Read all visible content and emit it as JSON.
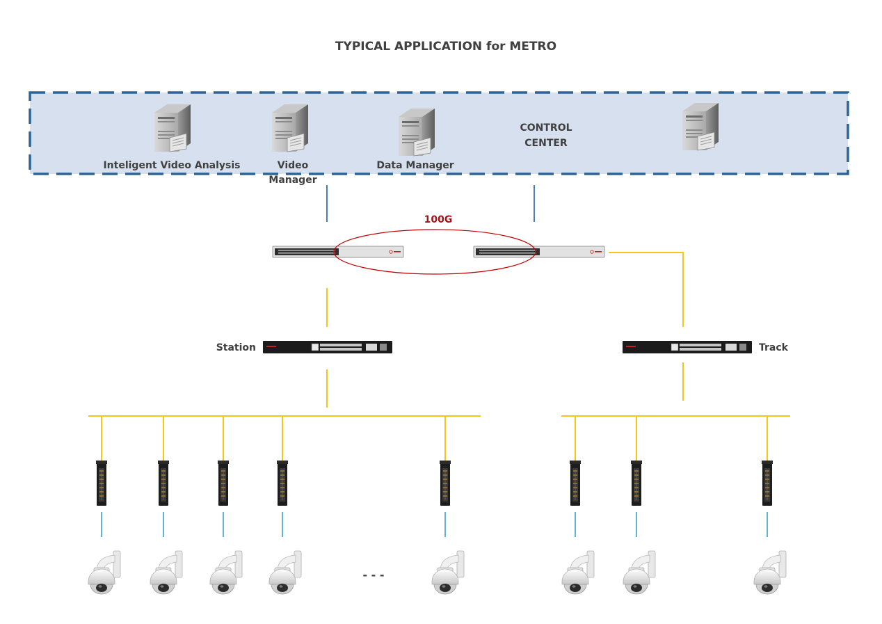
{
  "title": "TYPICAL APPLICATION for METRO",
  "control_center": {
    "label_line1": "CONTROL",
    "label_line2": "CENTER",
    "servers": [
      {
        "name": "server-intelligent-video-analysis",
        "label": "Inteligent Video Analysis"
      },
      {
        "name": "server-video-manager",
        "label_line1": "Video",
        "label_line2": "Manager"
      },
      {
        "name": "server-data-manager",
        "label": "Data Manager"
      },
      {
        "name": "server-unlabeled",
        "label": ""
      }
    ]
  },
  "core": {
    "ring_label": "100G"
  },
  "aggregation": {
    "left_label": "Station",
    "right_label": "Track"
  },
  "ellipsis": "- - -",
  "colors": {
    "control_fill": "#d6e0ef",
    "control_border": "#2e6396",
    "fiber_yellow": "#f5c518",
    "uplink_blue": "#4a7fb5",
    "camera_link": "#5fb5cf",
    "ring_red": "#c00000",
    "ring_label": "#a31515"
  }
}
